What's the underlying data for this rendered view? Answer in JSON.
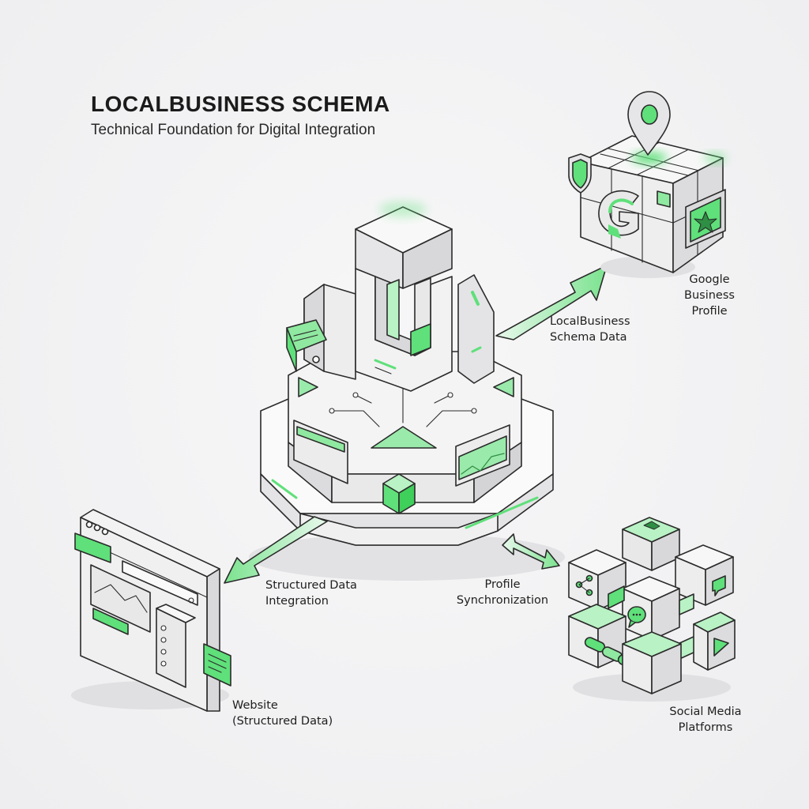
{
  "header": {
    "title": "LOCALBUSINESS SCHEMA",
    "subtitle": "Technical Foundation for Digital Integration"
  },
  "labels": {
    "google": [
      "Google",
      "Business",
      "Profile"
    ],
    "schema_data": [
      "LocalBusiness",
      "Schema Data"
    ],
    "structured_integration": [
      "Structured Data",
      "Integration"
    ],
    "profile_sync": [
      "Profile",
      "Synchronization"
    ],
    "website": [
      "Website",
      "(Structured Data)"
    ],
    "social": [
      "Social Media",
      "Platforms"
    ]
  },
  "colors": {
    "accent_green": "#5fe07a",
    "accent_green_light": "#b9f2c4",
    "stroke": "#2b2b2b",
    "face_light": "#f6f6f6",
    "face_mid": "#e3e3e4",
    "face_dark": "#cfcfd1"
  },
  "icons": [
    "location-pin-icon",
    "shield-icon",
    "google-g-icon",
    "star-icon",
    "share-icon",
    "chat-icon",
    "link-icon",
    "play-icon",
    "pigeon-icon"
  ]
}
